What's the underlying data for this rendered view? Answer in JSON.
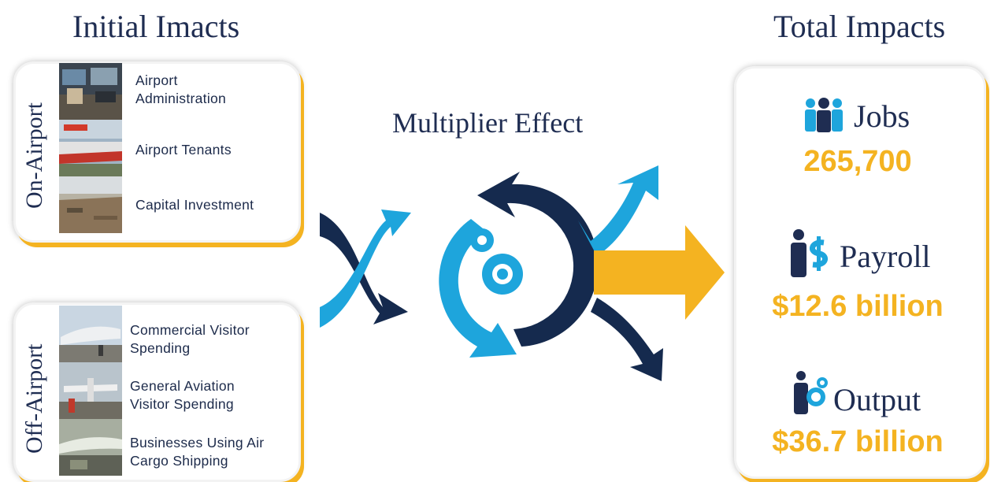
{
  "headings": {
    "initial": "Initial Imacts",
    "total": "Total Impacts",
    "multiplier": "Multiplier Effect"
  },
  "on_airport": {
    "label": "On-Airport",
    "items": [
      {
        "text": "Airport\nAdministration"
      },
      {
        "text": "Airport Tenants"
      },
      {
        "text": "Capital Investment"
      }
    ]
  },
  "off_airport": {
    "label": "Off-Airport",
    "items": [
      {
        "text": "Commercial Visitor\nSpending"
      },
      {
        "text": "General Aviation\nVisitor Spending"
      },
      {
        "text": "Businesses Using Air\nCargo Shipping"
      }
    ]
  },
  "totals": [
    {
      "name": "Jobs",
      "value": "265,700",
      "icon": "people-icon"
    },
    {
      "name": "Payroll",
      "value": "$12.6 billion",
      "icon": "person-dollar-icon"
    },
    {
      "name": "Output",
      "value": "$36.7 billion",
      "icon": "person-gear-icon"
    }
  ],
  "colors": {
    "navy": "#1f2d52",
    "dark_navy": "#152a4e",
    "light_blue": "#1ea5dc",
    "gold": "#f4b321"
  }
}
